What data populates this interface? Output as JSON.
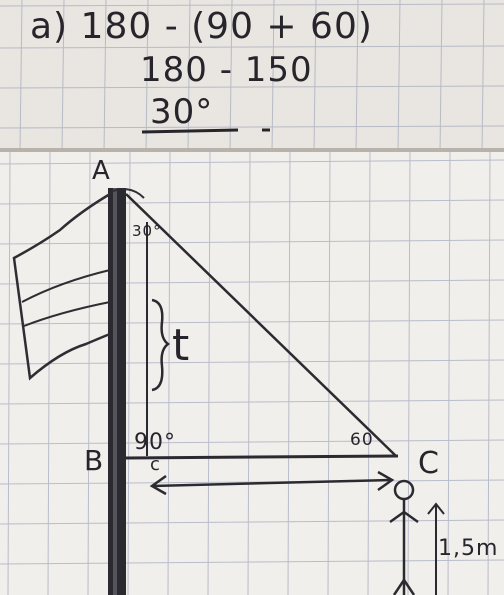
{
  "calculation": {
    "line1": "a) 180 - (90 + 60)",
    "line2": "180 - 150",
    "line3": "30°"
  },
  "figure": {
    "vertex_a": "A",
    "vertex_b": "B",
    "vertex_c": "C",
    "angle_a": "30°",
    "angle_b": "90°",
    "angle_c": "60",
    "side_t": "t",
    "side_c": "c",
    "person_height": "1,5m"
  },
  "colors": {
    "ink": "#27252b",
    "grid": "#b9bccb",
    "paper": "#f0efeb",
    "paper_top": "#e9e6e1"
  }
}
